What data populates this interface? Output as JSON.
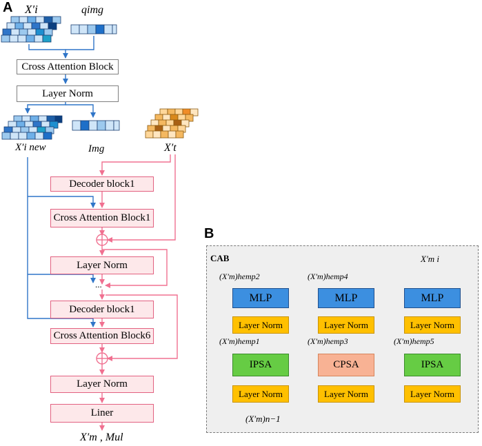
{
  "panel_a": {
    "letter": "A",
    "top_inputs": {
      "x_i": "X′i",
      "q_img": "qimg"
    },
    "cross_attention": "Cross Attention Block",
    "layer_norm_top": "Layer Norm",
    "outputs": {
      "x_i_new": "X′i new",
      "i_mg": "Img",
      "x_t": "X′t"
    },
    "decoder_1": "Decoder block1",
    "cross_attention_1": "Cross Attention Block1",
    "layer_norm_1": "Layer Norm",
    "ellipsis": "...",
    "decoder_6": "Decoder block1",
    "cross_attention_6": "Cross Attention Block6",
    "layer_norm_final": "Layer Norm",
    "liner": "Liner",
    "output_label": "X′m , Mul"
  },
  "panel_b": {
    "letter": "B",
    "cab_title": "CAB",
    "col1": {
      "mlp": "MLP",
      "norm_upper": "Layer Norm",
      "attn": "IPSA",
      "norm_lower": "Layer Norm",
      "label_upper": "(X′m)hemp2",
      "label_lower": "(X′m)hemp1",
      "input": "(X′m)n−1"
    },
    "col2": {
      "mlp": "MLP",
      "norm_upper": "Layer Norm",
      "attn": "CPSA",
      "norm_lower": "Layer Norm",
      "label_upper": "(X′m)hemp4",
      "label_lower": "(X′m)hemp3"
    },
    "col3": {
      "mlp": "MLP",
      "norm_upper": "Layer Norm",
      "attn": "IPSA",
      "norm_lower": "Layer Norm",
      "label_upper": "X′m i",
      "label_lower": "(X′m)hemp5"
    }
  },
  "colors": {
    "blue_line": "#2f75c8",
    "pink_line": "#f07090",
    "gray_line": "#555555",
    "mlp_fill": "#3c8fe0",
    "norm_fill": "#ffc000",
    "ipsa_fill": "#66cc44",
    "cpsa_fill": "#f8b294",
    "pink_box_fill": "#fde8ea"
  }
}
